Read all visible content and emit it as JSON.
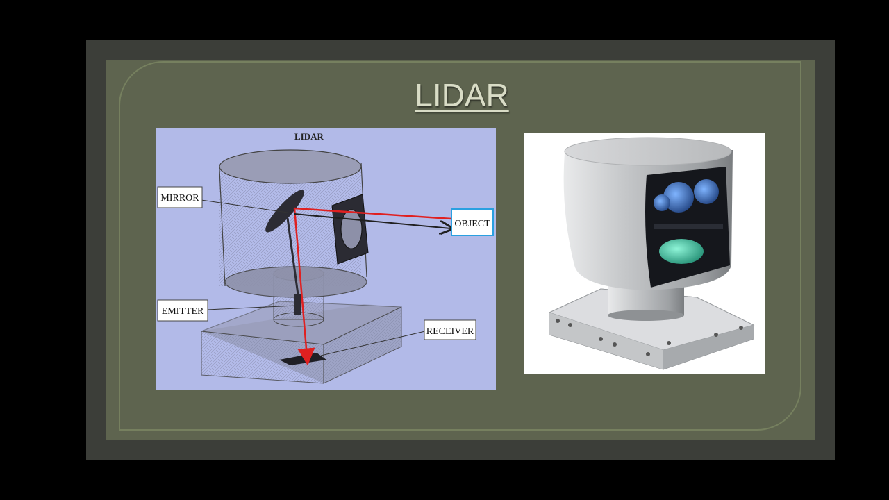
{
  "slide": {
    "title": "LIDAR"
  },
  "diagram": {
    "heading": "LIDAR",
    "labels": {
      "mirror": "MIRROR",
      "object": "OBJECT",
      "emitter": "EMITTER",
      "receiver": "RECEIVER"
    },
    "colors": {
      "background": "#b2bae8",
      "beam": "#e02020",
      "return_arrow": "#202020",
      "object_box_border": "#2aa0e0"
    }
  },
  "photo": {
    "colors": {
      "housing": "#c9cbcd",
      "window": "#1a1c22",
      "lens_blue": "#3a7bd5",
      "lens_green": "#3fd0b0"
    }
  }
}
